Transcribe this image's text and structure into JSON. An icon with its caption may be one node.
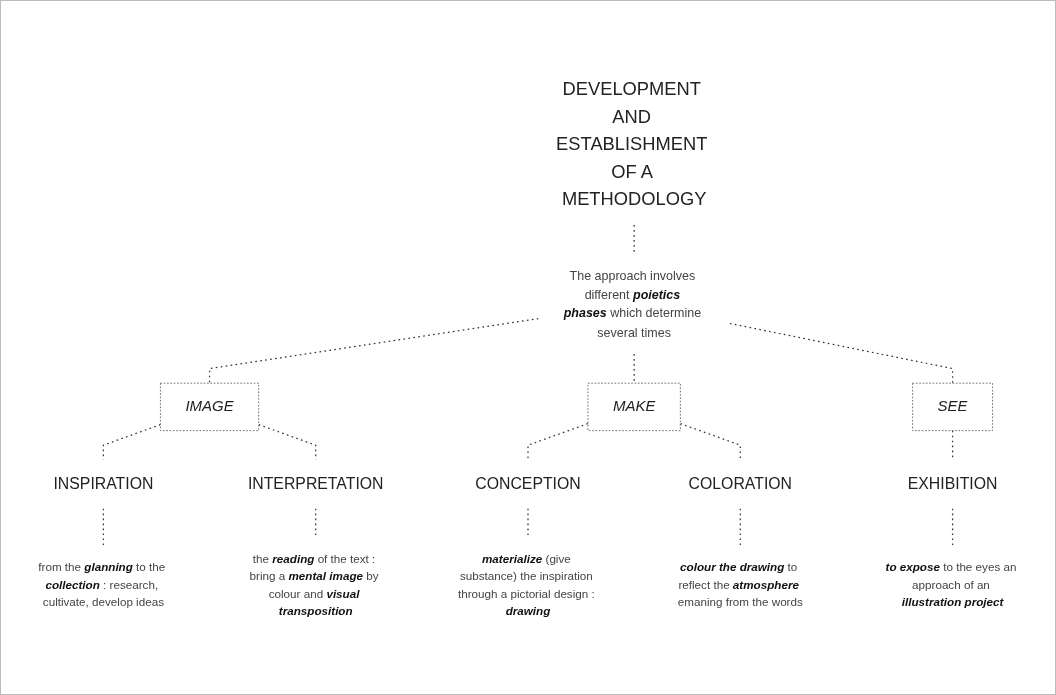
{
  "diagram": {
    "nodes": [
      {
        "text": [
          "DEVELOPMENT AND ESTABLISHMENT OF A METHODOLOGY"
        ]
      },
      {
        "text": [
          "The approach involves different **poietics phases** which determine several times"
        ]
      },
      {
        "text": [
          "IMAGE"
        ]
      },
      {
        "text": [
          "MAKE"
        ]
      },
      {
        "text": [
          "SEE"
        ]
      },
      {
        "text": [
          "INSPIRATION"
        ]
      },
      {
        "text": [
          "INTERPRETATION"
        ]
      },
      {
        "text": [
          "CONCEPTION"
        ]
      },
      {
        "text": [
          "COLORATION"
        ]
      },
      {
        "text": [
          "EXHIBITION"
        ]
      },
      {
        "text": [
          "from the **glanning** to the **collection** : research, cultivate, develop ideas"
        ]
      },
      {
        "text": [
          "the **reading** of the text : bring a **mental image** by colour and **visual transposition**"
        ]
      },
      {
        "text": [
          "**materialize** (give substance) the inspiration through a pictorial design : **drawing**"
        ]
      },
      {
        "text": [
          "**colour the drawing** to reflect the **atmosphere** emaning from the words"
        ]
      },
      {
        "text": [
          "**to expose** to the eyes an approach of an **illustration project**"
        ]
      }
    ],
    "edges": [
      {
        "from": 0,
        "to": 1,
        "arrow": "none",
        "style": "dashed"
      },
      {
        "from": 1,
        "to": 2,
        "arrow": "none",
        "style": "dashed"
      },
      {
        "from": 1,
        "to": 3,
        "arrow": "none",
        "style": "dashed"
      },
      {
        "from": 1,
        "to": 4,
        "arrow": "none",
        "style": "dashed"
      },
      {
        "from": 2,
        "to": 5,
        "arrow": "none",
        "style": "dashed"
      },
      {
        "from": 2,
        "to": 6,
        "arrow": "none",
        "style": "dashed"
      },
      {
        "from": 3,
        "to": 7,
        "arrow": "none",
        "style": "dashed"
      },
      {
        "from": 3,
        "to": 8,
        "arrow": "none",
        "style": "dashed"
      },
      {
        "from": 4,
        "to": 9,
        "arrow": "none",
        "style": "dashed"
      },
      {
        "from": 5,
        "to": 10,
        "arrow": "none",
        "style": "dashed"
      },
      {
        "from": 6,
        "to": 11,
        "arrow": "none",
        "style": "dashed"
      },
      {
        "from": 7,
        "to": 12,
        "arrow": "none",
        "style": "dashed"
      },
      {
        "from": 8,
        "to": 13,
        "arrow": "none",
        "style": "dashed"
      },
      {
        "from": 9,
        "to": 14,
        "arrow": "none",
        "style": "dashed"
      }
    ]
  }
}
